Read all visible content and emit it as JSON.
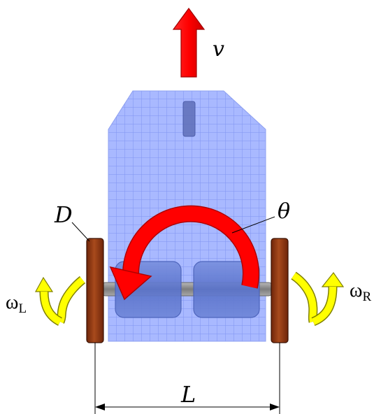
{
  "labels": {
    "velocity": "v",
    "heading": "θ",
    "wheel_diameter": "D",
    "wheel_base": "L",
    "omega_left": "ω",
    "omega_left_sub": "L",
    "omega_right": "ω",
    "omega_right_sub": "R"
  },
  "colors": {
    "body": "#a9b9ff",
    "grid": "#7f94f2",
    "motor": "#5f7ad0",
    "wheel": "#8c3512",
    "arrow_red": "#ff0000",
    "arrow_yellow": "#ffff00"
  }
}
